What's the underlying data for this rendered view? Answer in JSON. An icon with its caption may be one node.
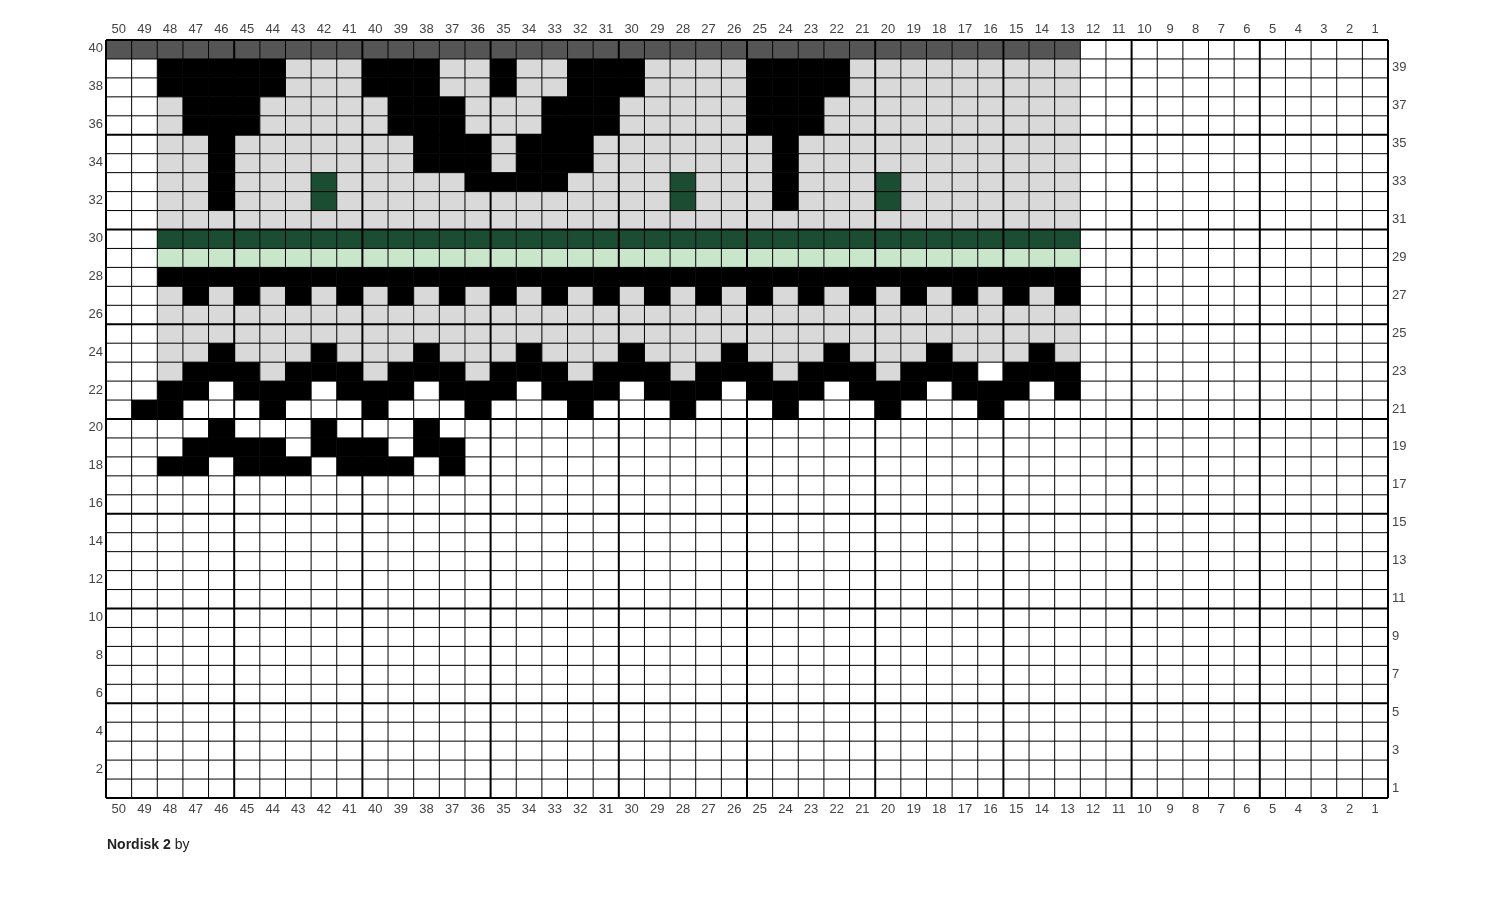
{
  "diagram": {
    "title": "**Nordisk 2** by",
    "labels": [
      "50",
      "49",
      "48",
      "47",
      "46",
      "45",
      "44",
      "43",
      "42",
      "41",
      "40",
      "39",
      "38",
      "37",
      "36",
      "35",
      "34",
      "33",
      "32",
      "31",
      "30",
      "29",
      "28",
      "27",
      "26",
      "25",
      "24",
      "23",
      "22",
      "21",
      "20",
      "19",
      "18",
      "17",
      "16",
      "15",
      "14",
      "13",
      "12",
      "11",
      "10",
      "9",
      "8",
      "7",
      "6",
      "5",
      "4",
      "3",
      "2",
      "1",
      "40",
      "39",
      "38",
      "37",
      "36",
      "35",
      "34",
      "33",
      "32",
      "31",
      "30",
      "29",
      "28",
      "27",
      "26",
      "25",
      "24",
      "23",
      "22",
      "21",
      "20",
      "19",
      "18",
      "17",
      "16",
      "15",
      "14",
      "13",
      "12",
      "11",
      "10",
      "9",
      "8",
      "7",
      "6",
      "5",
      "4",
      "3",
      "2",
      "1",
      "50",
      "49",
      "48",
      "47",
      "46",
      "45",
      "44",
      "43",
      "42",
      "41",
      "40",
      "39",
      "38",
      "37",
      "36",
      "35",
      "34",
      "33",
      "32",
      "31",
      "30",
      "29",
      "28",
      "27",
      "26",
      "25",
      "24",
      "23",
      "22",
      "21",
      "20",
      "19",
      "18",
      "17",
      "16",
      "15",
      "14",
      "13",
      "12",
      "11",
      "10",
      "9",
      "8",
      "7",
      "6",
      "5",
      "4",
      "3",
      "2",
      "1"
    ]
  }
}
